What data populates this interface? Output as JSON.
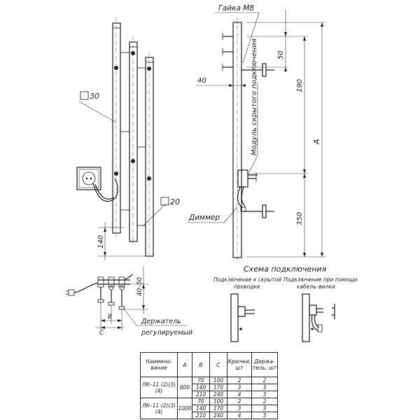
{
  "labels": {
    "nut": "Гайка М8",
    "hidden_module": "Модуль скрытого подключения",
    "dimmer": "Диммер",
    "tube_30": "30",
    "tube_20": "20",
    "holder": "Держатель регулируемый",
    "scheme_title": "Схема подключения",
    "scheme_hidden": "Подключение к скрытой проводке",
    "scheme_plug": "Подключение при помощи кабель–вилки"
  },
  "dimensions": {
    "d40": "40",
    "d50": "50",
    "d190": "190",
    "dA": "A",
    "d350": "350",
    "d140": "140",
    "d40_50": "40–50",
    "dB": "B",
    "dC": "C"
  },
  "table": {
    "headers": [
      "Наимено-вание",
      "А",
      "В",
      "С",
      "Крючки, шт",
      "Держа-тель, шт"
    ],
    "groups": [
      {
        "name": "ЛК–11 (2)(3)(4)",
        "A": "800",
        "rows": [
          [
            "70",
            "100",
            "2",
            "2"
          ],
          [
            "140",
            "170",
            "3",
            "3"
          ],
          [
            "210",
            "240",
            "4",
            "3"
          ]
        ]
      },
      {
        "name": "ЛК–11 (2)(3)(4)",
        "A": "1000",
        "rows": [
          [
            "70",
            "100",
            "2",
            "2"
          ],
          [
            "140",
            "170",
            "3",
            "3"
          ],
          [
            "210",
            "240",
            "4",
            "3"
          ]
        ]
      }
    ]
  }
}
